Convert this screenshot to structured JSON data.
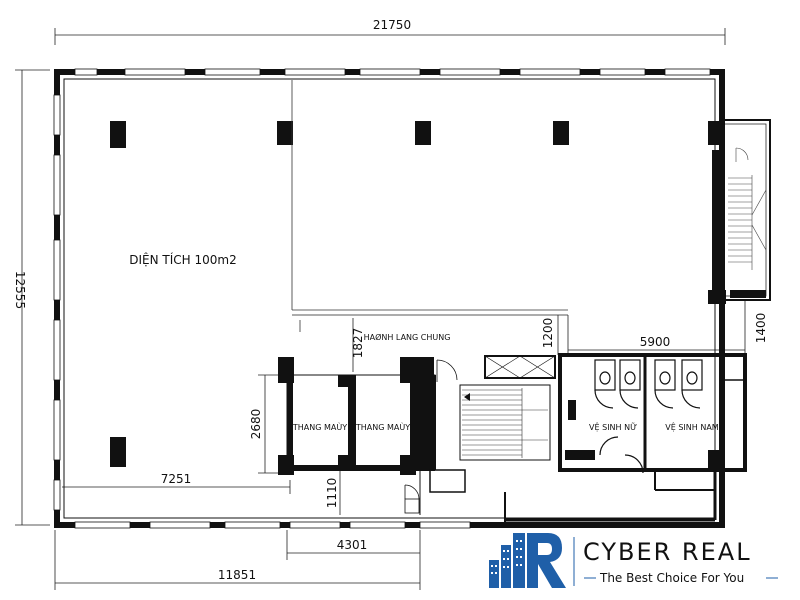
{
  "dimensions": {
    "overall_width": "21750",
    "overall_height": "12555",
    "left_span": "7251",
    "bottom_span": "11851",
    "elevator_span": "4301",
    "elevator_depth": "2680",
    "corridor_depth": "1827",
    "stair_depth": "1200",
    "wc_width": "5900",
    "stair_right": "1400",
    "lobby_depth": "1110"
  },
  "rooms": {
    "main_area": "DIỆN TÍCH 100m2",
    "corridor": "HAØNH LANG CHUNG",
    "elevator_1": "THANG MAÙY",
    "elevator_2": "THANG MAÙY",
    "wc_female": "VỆ SINH NỮ",
    "wc_male": "VỆ SINH NAM"
  },
  "logo": {
    "name": "CYBER REAL",
    "tagline": "The Best Choice For You",
    "color": "#1f5fa8"
  }
}
